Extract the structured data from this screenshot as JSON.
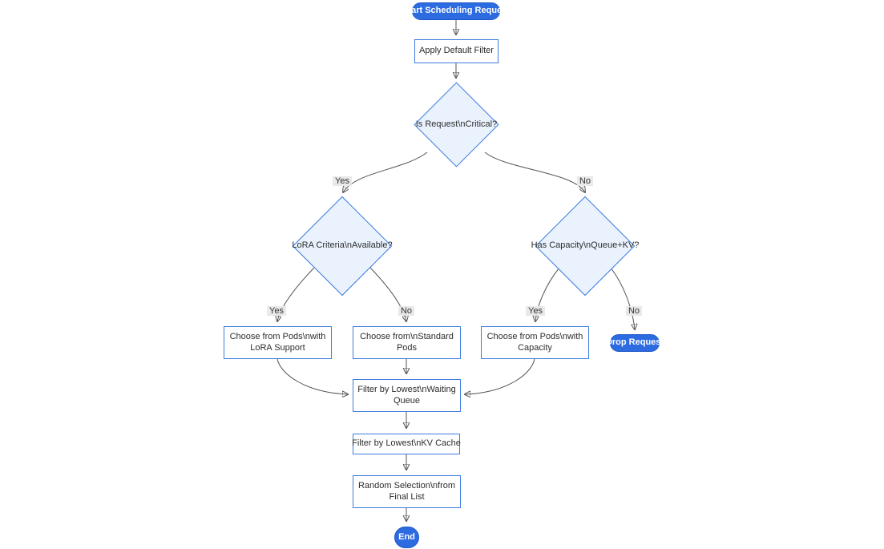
{
  "diagram": {
    "type": "flowchart",
    "colors": {
      "pill_fill": "#2c6be0",
      "pill_border": "#2058c8",
      "pill_text": "#ffffff",
      "box_fill": "#ffffff",
      "box_border": "#3d7ce0",
      "decision_fill": "#e9f2fd",
      "decision_border": "#3d7ce0",
      "edge_line": "#555555",
      "edge_label_bg": "#e8e8e8",
      "node_text": "#2d2d2d"
    },
    "nodes": {
      "start": {
        "type": "stadium",
        "lines": [
          "Start Scheduling Request"
        ]
      },
      "apply_default_filter": {
        "type": "rect",
        "lines": [
          "Apply Default Filter"
        ]
      },
      "is_request_critical": {
        "type": "decision",
        "lines": [
          "Is Request\\nCritical?"
        ]
      },
      "lora_criteria_available": {
        "type": "decision",
        "lines": [
          "LoRA Criteria\\nAvailable?"
        ]
      },
      "has_capacity_queue_kv": {
        "type": "decision",
        "lines": [
          "Has Capacity\\nQueue+KV?"
        ]
      },
      "choose_pods_lora": {
        "type": "rect",
        "lines": [
          "Choose from Pods\\nwith",
          "LoRA Support"
        ]
      },
      "choose_standard_pods": {
        "type": "rect",
        "lines": [
          "Choose from\\nStandard",
          "Pods"
        ]
      },
      "choose_pods_capacity": {
        "type": "rect",
        "lines": [
          "Choose from Pods\\nwith",
          "Capacity"
        ]
      },
      "drop_request": {
        "type": "stadium",
        "lines": [
          "Drop Request"
        ]
      },
      "filter_waiting_queue": {
        "type": "rect",
        "lines": [
          "Filter by Lowest\\nWaiting",
          "Queue"
        ]
      },
      "filter_kv_cache": {
        "type": "rect",
        "lines": [
          "Filter by Lowest\\nKV Cache"
        ]
      },
      "random_selection": {
        "type": "rect",
        "lines": [
          "Random Selection\\nfrom",
          "Final List"
        ]
      },
      "end": {
        "type": "stadium",
        "lines": [
          "End"
        ]
      }
    },
    "edges": [
      {
        "from": "start",
        "to": "apply_default_filter",
        "label": ""
      },
      {
        "from": "apply_default_filter",
        "to": "is_request_critical",
        "label": ""
      },
      {
        "from": "is_request_critical",
        "to": "lora_criteria_available",
        "label": "Yes"
      },
      {
        "from": "is_request_critical",
        "to": "has_capacity_queue_kv",
        "label": "No"
      },
      {
        "from": "lora_criteria_available",
        "to": "choose_pods_lora",
        "label": "Yes"
      },
      {
        "from": "lora_criteria_available",
        "to": "choose_standard_pods",
        "label": "No"
      },
      {
        "from": "has_capacity_queue_kv",
        "to": "choose_pods_capacity",
        "label": "Yes"
      },
      {
        "from": "has_capacity_queue_kv",
        "to": "drop_request",
        "label": "No"
      },
      {
        "from": "choose_pods_lora",
        "to": "filter_waiting_queue",
        "label": ""
      },
      {
        "from": "choose_standard_pods",
        "to": "filter_waiting_queue",
        "label": ""
      },
      {
        "from": "choose_pods_capacity",
        "to": "filter_waiting_queue",
        "label": ""
      },
      {
        "from": "filter_waiting_queue",
        "to": "filter_kv_cache",
        "label": ""
      },
      {
        "from": "filter_kv_cache",
        "to": "random_selection",
        "label": ""
      },
      {
        "from": "random_selection",
        "to": "end",
        "label": ""
      }
    ]
  }
}
